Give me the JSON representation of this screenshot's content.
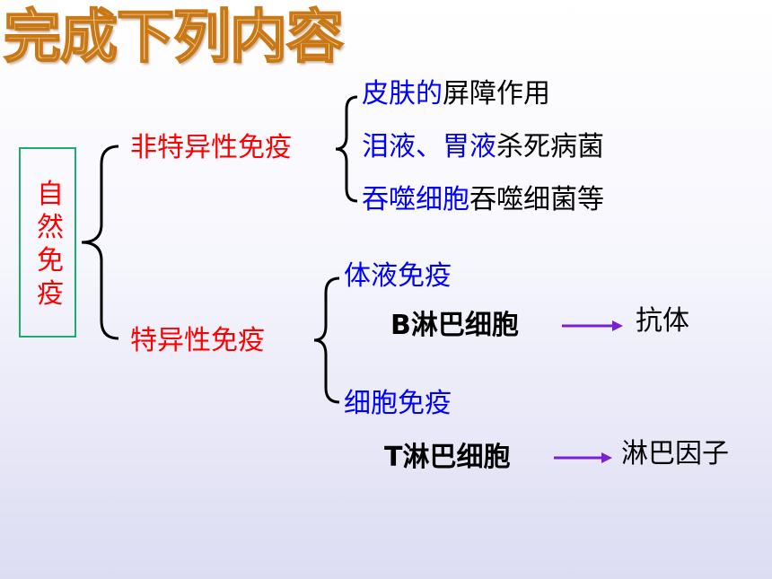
{
  "title": "完成下列内容",
  "root": "自然免疫",
  "nonspecific": {
    "label": "非特异性免疫",
    "items": [
      {
        "blue": "皮肤的",
        "black": "屏障作用"
      },
      {
        "blue": "泪液、胃液",
        "black": "杀死病菌"
      },
      {
        "blue": "吞噬细胞",
        "black": "吞噬细菌等"
      }
    ]
  },
  "specific": {
    "label": "特异性免疫",
    "humoral": {
      "label": "体液免疫",
      "cell": "B淋巴细胞",
      "product": "抗体"
    },
    "cellular": {
      "label": "细胞免疫",
      "cell": "T淋巴细胞",
      "product": "淋巴因子"
    }
  },
  "colors": {
    "red": "#ff0000",
    "blue": "#0000ff",
    "arrow": "#7a1fd6",
    "box_border": "#1faa6e"
  }
}
